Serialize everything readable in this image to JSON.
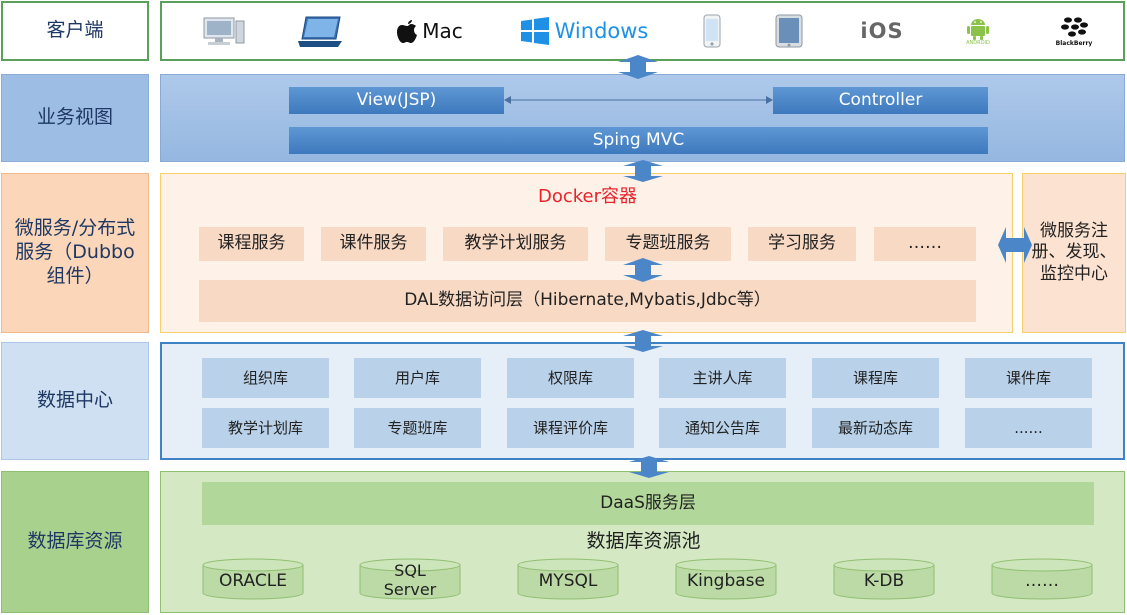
{
  "layers": {
    "client": {
      "label": "客户端"
    },
    "business": {
      "label": "业务视图"
    },
    "micro": {
      "label": "微服务/分布式服务（Dubbo组件）"
    },
    "data_center": {
      "label": "数据中心"
    },
    "db_resource": {
      "label": "数据库资源"
    }
  },
  "client_icons": {
    "mac_text": "Mac",
    "windows_text": "Windows",
    "ios_text": "iOS",
    "android_text": "ANDROID",
    "blackberry_text": "BlackBerry",
    "icons": [
      "desktop-computer-icon",
      "surface-tablet-icon",
      "apple-mac-icon",
      "windows-icon",
      "iphone-icon",
      "ipad-icon",
      "ios-icon",
      "android-icon",
      "blackberry-icon"
    ]
  },
  "business_view": {
    "view": "View(JSP)",
    "controller": "Controller",
    "spring": "Sping MVC"
  },
  "micro_services": {
    "docker": "Docker容器",
    "services": [
      "课程服务",
      "课件服务",
      "教学计划服务",
      "专题班服务",
      "学习服务",
      "……"
    ],
    "dal": "DAL数据访问层（Hibernate,Mybatis,Jdbc等）",
    "registry": "微服务注册、发现、监控中心"
  },
  "data_center": {
    "row1": [
      "组织库",
      "用户库",
      "权限库",
      "主讲人库",
      "课程库",
      "课件库"
    ],
    "row2": [
      "教学计划库",
      "专题班库",
      "课程评价库",
      "通知公告库",
      "最新动态库",
      "......"
    ]
  },
  "db_resources": {
    "daas": "DaaS服务层",
    "pool": "数据库资源池",
    "dbs": [
      "ORACLE",
      "SQL Server",
      "MYSQL",
      "Kingbase",
      "K-DB",
      "……"
    ]
  },
  "colors": {
    "green_border": "#5aa05a",
    "blue_layer": "#9dbde4",
    "orange_layer": "#fce4d2",
    "light_blue_layer": "#e3edf8",
    "green_layer": "#c6e0b4",
    "arrow_blue": "#4a86c8",
    "docker_red": "#e8232a"
  }
}
